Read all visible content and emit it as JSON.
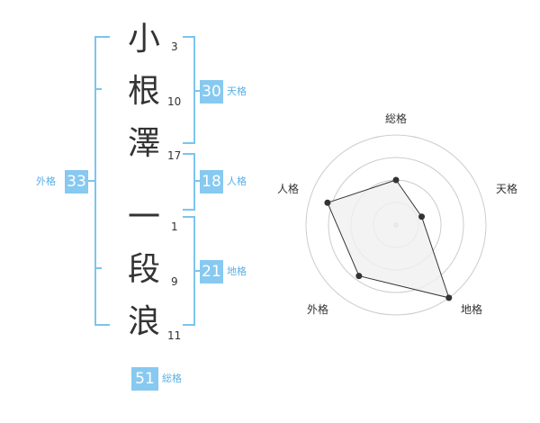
{
  "name": [
    {
      "char": "小",
      "strokes": "3"
    },
    {
      "char": "根",
      "strokes": "10"
    },
    {
      "char": "澤",
      "strokes": "17"
    },
    {
      "char": "一",
      "strokes": "1"
    },
    {
      "char": "段",
      "strokes": "9"
    },
    {
      "char": "浪",
      "strokes": "11"
    }
  ],
  "kakusu": {
    "tenkaku": {
      "value": "30",
      "label": "天格"
    },
    "jinkaku": {
      "value": "18",
      "label": "人格"
    },
    "chikaku": {
      "value": "21",
      "label": "地格"
    },
    "gaikaku": {
      "value": "33",
      "label": "外格"
    },
    "soukaku": {
      "value": "51",
      "label": "総格"
    }
  },
  "chart_data": {
    "type": "radar",
    "axes": [
      "総格",
      "天格",
      "地格",
      "外格",
      "人格"
    ],
    "values": [
      2.5,
      1.5,
      5,
      3.5,
      4
    ],
    "rmax": 5,
    "rings": 4,
    "colors": {
      "fill": "#f0f0f0",
      "line": "#333333",
      "ring": "#cccccc",
      "point": "#333333"
    }
  }
}
